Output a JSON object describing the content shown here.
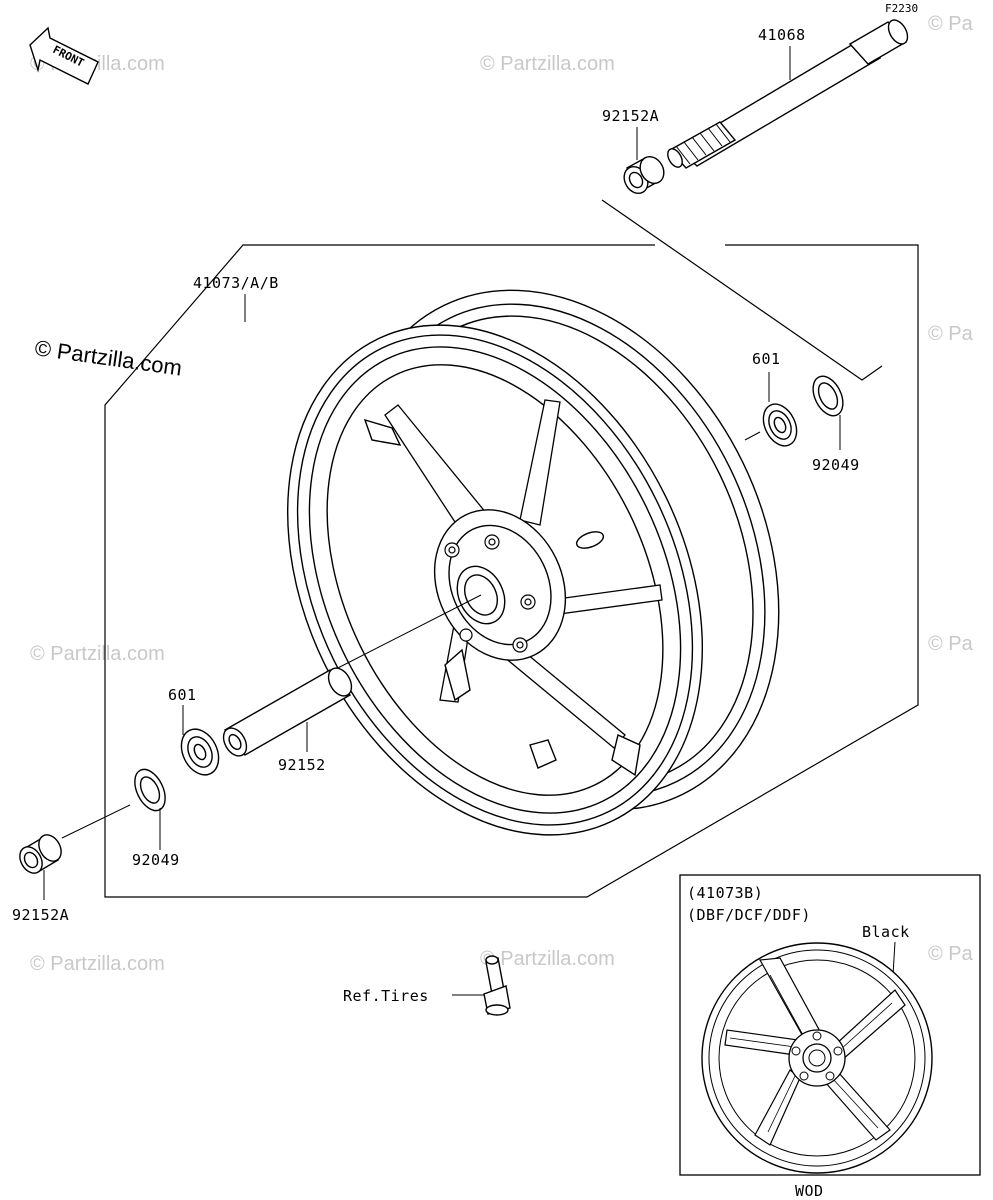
{
  "watermark": {
    "text": "© Partzilla.com",
    "corner_text": "© Pa"
  },
  "diagram": {
    "code": "F2230",
    "front_label": "FRONT",
    "inset_title_line1": "(41073B)",
    "inset_title_line2": "(DBF/DCF/DDF)",
    "inset_color": "Black",
    "inset_footer": "WOD"
  },
  "callouts": {
    "axle": "41068",
    "collar_upper": "92152A",
    "wheel": "41073/A/B",
    "bearing_right": "601",
    "seal_right": "92049",
    "bearing_left": "601",
    "spacer": "92152",
    "seal_left": "92049",
    "collar_lower": "92152A",
    "valve": "Ref.Tires"
  }
}
